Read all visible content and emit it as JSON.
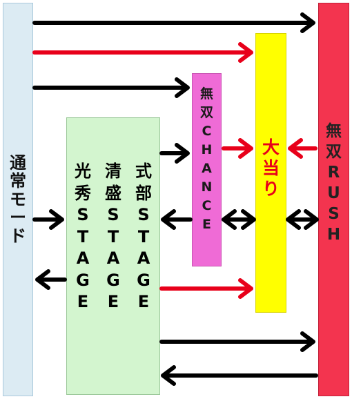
{
  "normal_mode": {
    "chars": [
      "通",
      "常",
      "モ",
      "ー",
      "ド"
    ]
  },
  "stage": {
    "columns": [
      {
        "chars": [
          "光",
          "秀",
          "S",
          "T",
          "A",
          "G",
          "E"
        ]
      },
      {
        "chars": [
          "清",
          "盛",
          "S",
          "T",
          "A",
          "G",
          "E"
        ]
      },
      {
        "chars": [
          "式",
          "部",
          "S",
          "T",
          "A",
          "G",
          "E"
        ]
      }
    ]
  },
  "musou_chance": {
    "chars": [
      "無",
      "双",
      "C",
      "H",
      "A",
      "N",
      "C",
      "E"
    ]
  },
  "big_win": {
    "chars": [
      "大",
      "当",
      "り"
    ]
  },
  "musou_rush": {
    "chars": [
      "無",
      "双",
      "R",
      "U",
      "S",
      "H"
    ]
  },
  "colors": {
    "black_arrow": "#000000",
    "red_arrow": "#e8001a"
  }
}
